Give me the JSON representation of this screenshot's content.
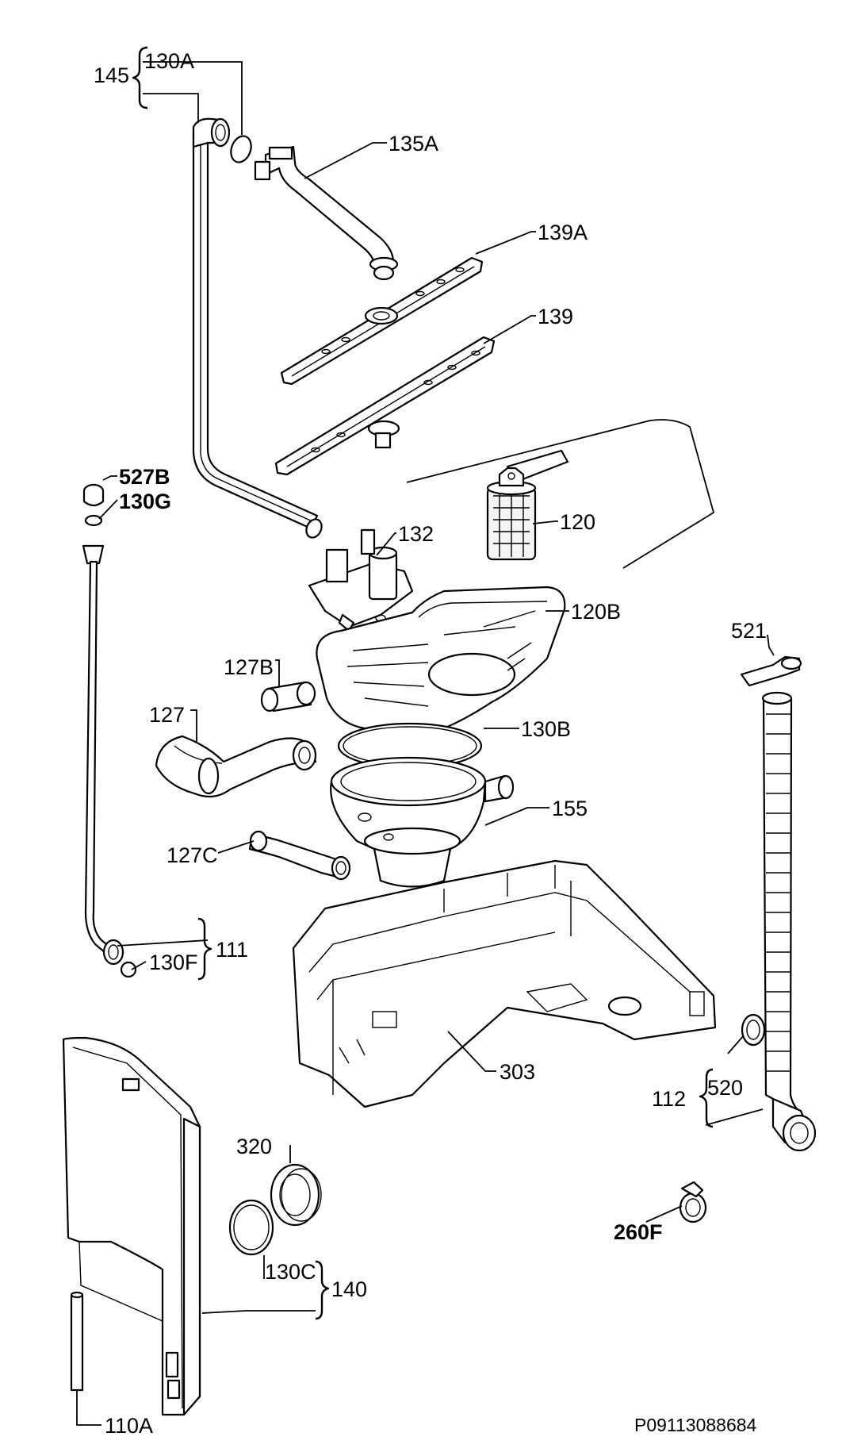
{
  "drawing_code": "P09113088684",
  "labels": {
    "l145": "145",
    "l130a": "130A",
    "l135a": "135A",
    "l139a": "139A",
    "l139": "139",
    "l527b": "527B",
    "l130g": "130G",
    "l132": "132",
    "l120": "120",
    "l120b": "120B",
    "l521": "521",
    "l127b": "127B",
    "l127": "127",
    "l130b": "130B",
    "l155": "155",
    "l127c": "127C",
    "l130f": "130F",
    "l111": "111",
    "l303": "303",
    "l520": "520",
    "l112": "112",
    "l320": "320",
    "l260f": "260F",
    "l130c": "130C",
    "l140": "140",
    "l110a": "110A"
  }
}
